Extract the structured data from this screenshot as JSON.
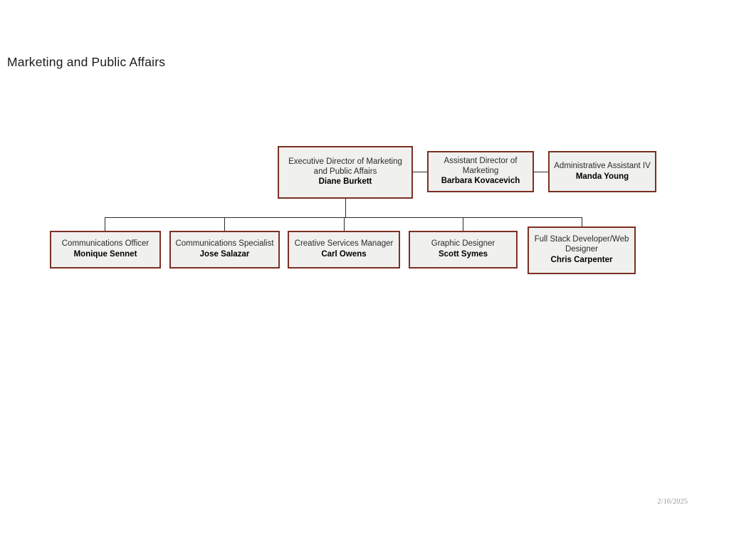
{
  "slide": {
    "title": "Marketing and Public Affairs",
    "footer_date": "2/16/2025"
  },
  "theme": {
    "node_border_color": "#7B3024",
    "node_fill_color": "#F0F0EE",
    "connector_color": "#2B2B2B",
    "title_color": "#1A1A1A",
    "footer_color": "#9A9A9A",
    "background": "#FFFFFF"
  },
  "chart_data": {
    "type": "diagram",
    "diagram_type": "org-chart",
    "title": "Marketing and Public Affairs",
    "nodes": [
      {
        "id": "exec-director",
        "role": "Executive Director of Marketing and Public Affairs",
        "person": "Diane Burkett",
        "level": 0
      },
      {
        "id": "asst-dir-marketing",
        "role": "Assistant Director of Marketing",
        "person": "Barbara Kovacevich",
        "level": 0
      },
      {
        "id": "admin-assistant",
        "role": "Administrative Assistant IV",
        "person": "Manda Young",
        "level": 0
      },
      {
        "id": "comm-officer",
        "role": "Communications Officer",
        "person": "Monique Sennet",
        "level": 1
      },
      {
        "id": "comm-specialist",
        "role": "Communications Specialist",
        "person": "Jose Salazar",
        "level": 1
      },
      {
        "id": "creative-manager",
        "role": "Creative Services Manager",
        "person": "Carl Owens",
        "level": 1
      },
      {
        "id": "graphic-designer",
        "role": "Graphic Designer",
        "person": "Scott Symes",
        "level": 1
      },
      {
        "id": "full-stack-dev",
        "role": "Full Stack Developer/Web Designer",
        "person": "Chris Carpenter",
        "level": 1
      }
    ],
    "edges": [
      {
        "from": "exec-director",
        "to": "asst-dir-marketing",
        "style": "lateral"
      },
      {
        "from": "asst-dir-marketing",
        "to": "admin-assistant",
        "style": "lateral"
      },
      {
        "from": "exec-director",
        "to": "comm-officer",
        "style": "orthogonal"
      },
      {
        "from": "exec-director",
        "to": "comm-specialist",
        "style": "orthogonal"
      },
      {
        "from": "exec-director",
        "to": "creative-manager",
        "style": "orthogonal"
      },
      {
        "from": "exec-director",
        "to": "graphic-designer",
        "style": "orthogonal"
      },
      {
        "from": "exec-director",
        "to": "full-stack-dev",
        "style": "orthogonal"
      }
    ]
  }
}
